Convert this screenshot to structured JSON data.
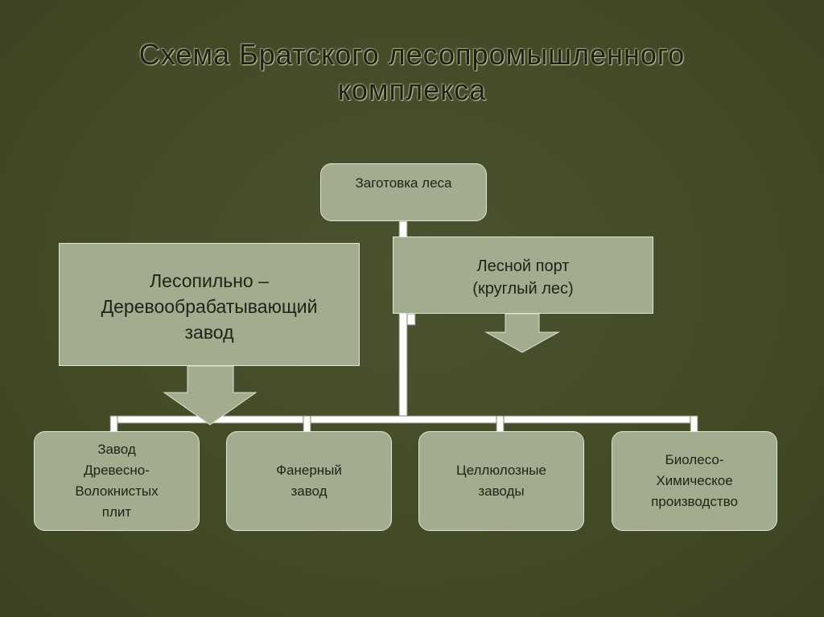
{
  "title": {
    "line1": "Схема Братского лесопромышленного",
    "line2": "комплекса"
  },
  "nodes": {
    "harvest": {
      "lines": [
        "Заготовка леса"
      ]
    },
    "port": {
      "lines": [
        "Лесной порт",
        "(круглый лес)"
      ]
    },
    "sawmill": {
      "lines": [
        "Лесопильно –",
        "Деревообрабатывающий",
        "завод"
      ]
    },
    "fiberboard": {
      "lines": [
        "Завод",
        "Древесно-",
        "Волокнистых",
        "плит"
      ]
    },
    "plywood": {
      "lines": [
        "Фанерный",
        "завод"
      ]
    },
    "cellulose": {
      "lines": [
        "Целлюлозные",
        "заводы"
      ]
    },
    "biochem": {
      "lines": [
        "Биолесо-",
        "Химическое",
        "производство"
      ]
    }
  },
  "colors": {
    "background": "#444b28",
    "box_fill": "#a2ad90",
    "box_border": "#dfe4d3",
    "connector": "#ffffff",
    "text": "#1f2316"
  }
}
